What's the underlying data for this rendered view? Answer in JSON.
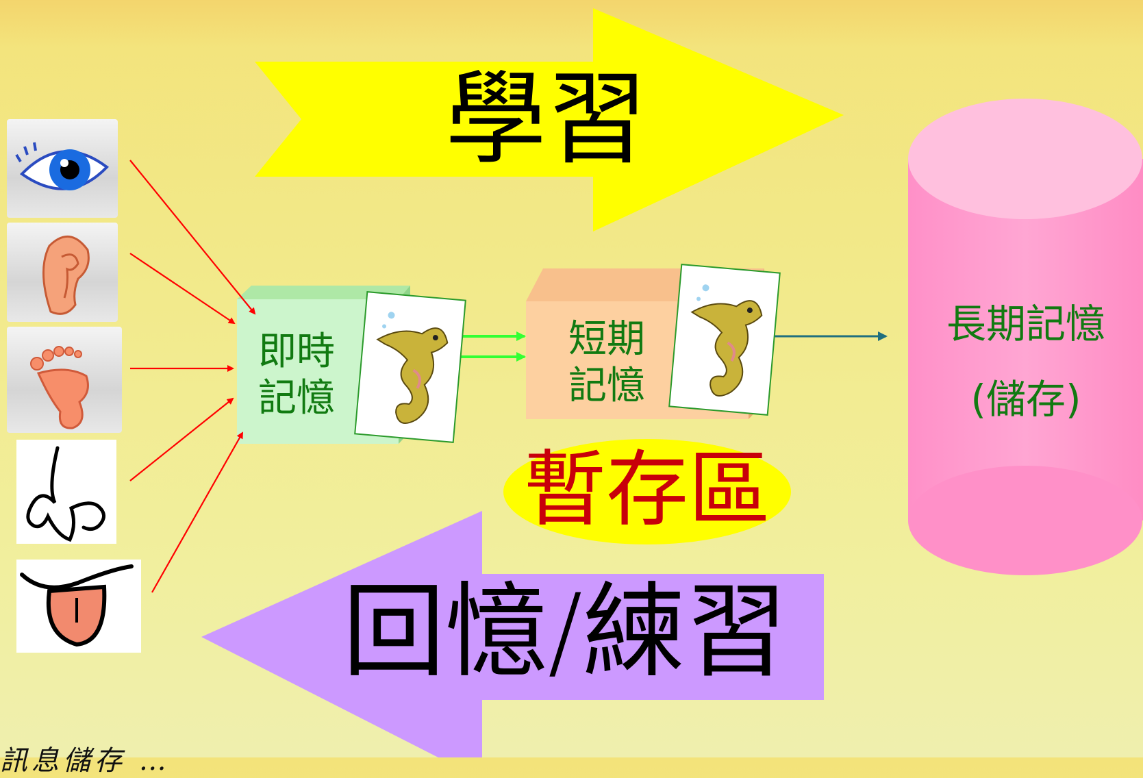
{
  "top_arrow": {
    "label": "學習",
    "color": "#ffff00"
  },
  "bottom_arrow": {
    "label": "回憶/練習",
    "color": "#cc99ff"
  },
  "immediate_memory": {
    "line1": "即時",
    "line2": "記憶",
    "color": "#ccf5cc"
  },
  "short_term_memory": {
    "line1": "短期",
    "line2": "記憶",
    "color": "#fdd0a0"
  },
  "long_term_memory": {
    "line1": "長期記憶",
    "line2": "(儲存)",
    "color": "#ff99cc"
  },
  "buffer_label": {
    "text": "暫存區",
    "highlight": "#ffff00"
  },
  "senses": [
    "eye-icon",
    "ear-icon",
    "foot-icon",
    "nose-icon",
    "tongue-icon"
  ],
  "handwritten_note": "訊息儲存 …",
  "colors": {
    "arrow_red": "#ff0000",
    "arrow_green": "#33ff33",
    "arrow_teal": "#1f6f7f",
    "text_green": "#117a11"
  }
}
